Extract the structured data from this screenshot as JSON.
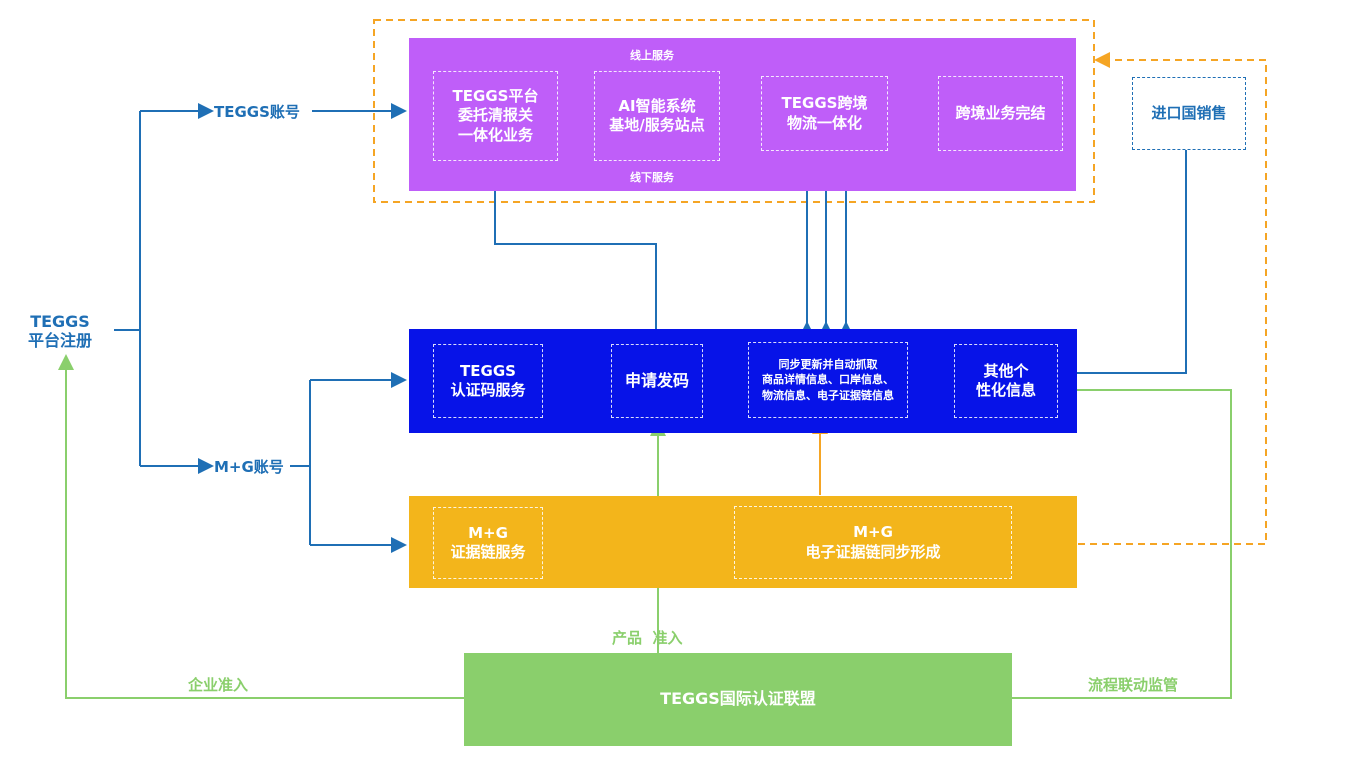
{
  "colors": {
    "purple": "#bf5ef9",
    "blue": "#0713e8",
    "orange": "#f3b51b",
    "green": "#8acf6c",
    "dark_blue_line": "#1f6fb5",
    "orange_dash": "#f5a524"
  },
  "left": {
    "register_line1": "TEGGS",
    "register_line2": "平台注册",
    "teggs_account": "TEGGS账号",
    "mg_account": "M+G账号"
  },
  "online_band": {
    "top_label": "线上服务",
    "bottom_label": "线下服务",
    "boxes": [
      {
        "line1": "TEGGS平台",
        "line2": "委托清报关",
        "line3": "一体化业务"
      },
      {
        "line1": "AI智能系统",
        "line2": "基地/服务站点"
      },
      {
        "line1": "TEGGS跨境",
        "line2": "物流一体化"
      },
      {
        "line1": "跨境业务完结"
      }
    ]
  },
  "import_sales": "进口国销售",
  "cert_band": {
    "boxes": [
      {
        "line1": "TEGGS",
        "line2": "认证码服务"
      },
      {
        "line1": "申请发码"
      },
      {
        "line1": "同步更新并自动抓取",
        "line2": "商品详情信息、口岸信息、",
        "line3": "物流信息、电子证据链信息"
      },
      {
        "line1": "其他个",
        "line2": "性化信息"
      }
    ]
  },
  "mg_band": {
    "boxes": [
      {
        "line1": "M+G",
        "line2": "证据链服务"
      },
      {
        "line1": "M+G",
        "line2": "电子证据链同步形成"
      }
    ]
  },
  "alliance": {
    "name": "TEGGS国际认证联盟",
    "enterprise_access": "企业准入",
    "product_access": "产品  准入",
    "process_supervision": "流程联动监管"
  }
}
